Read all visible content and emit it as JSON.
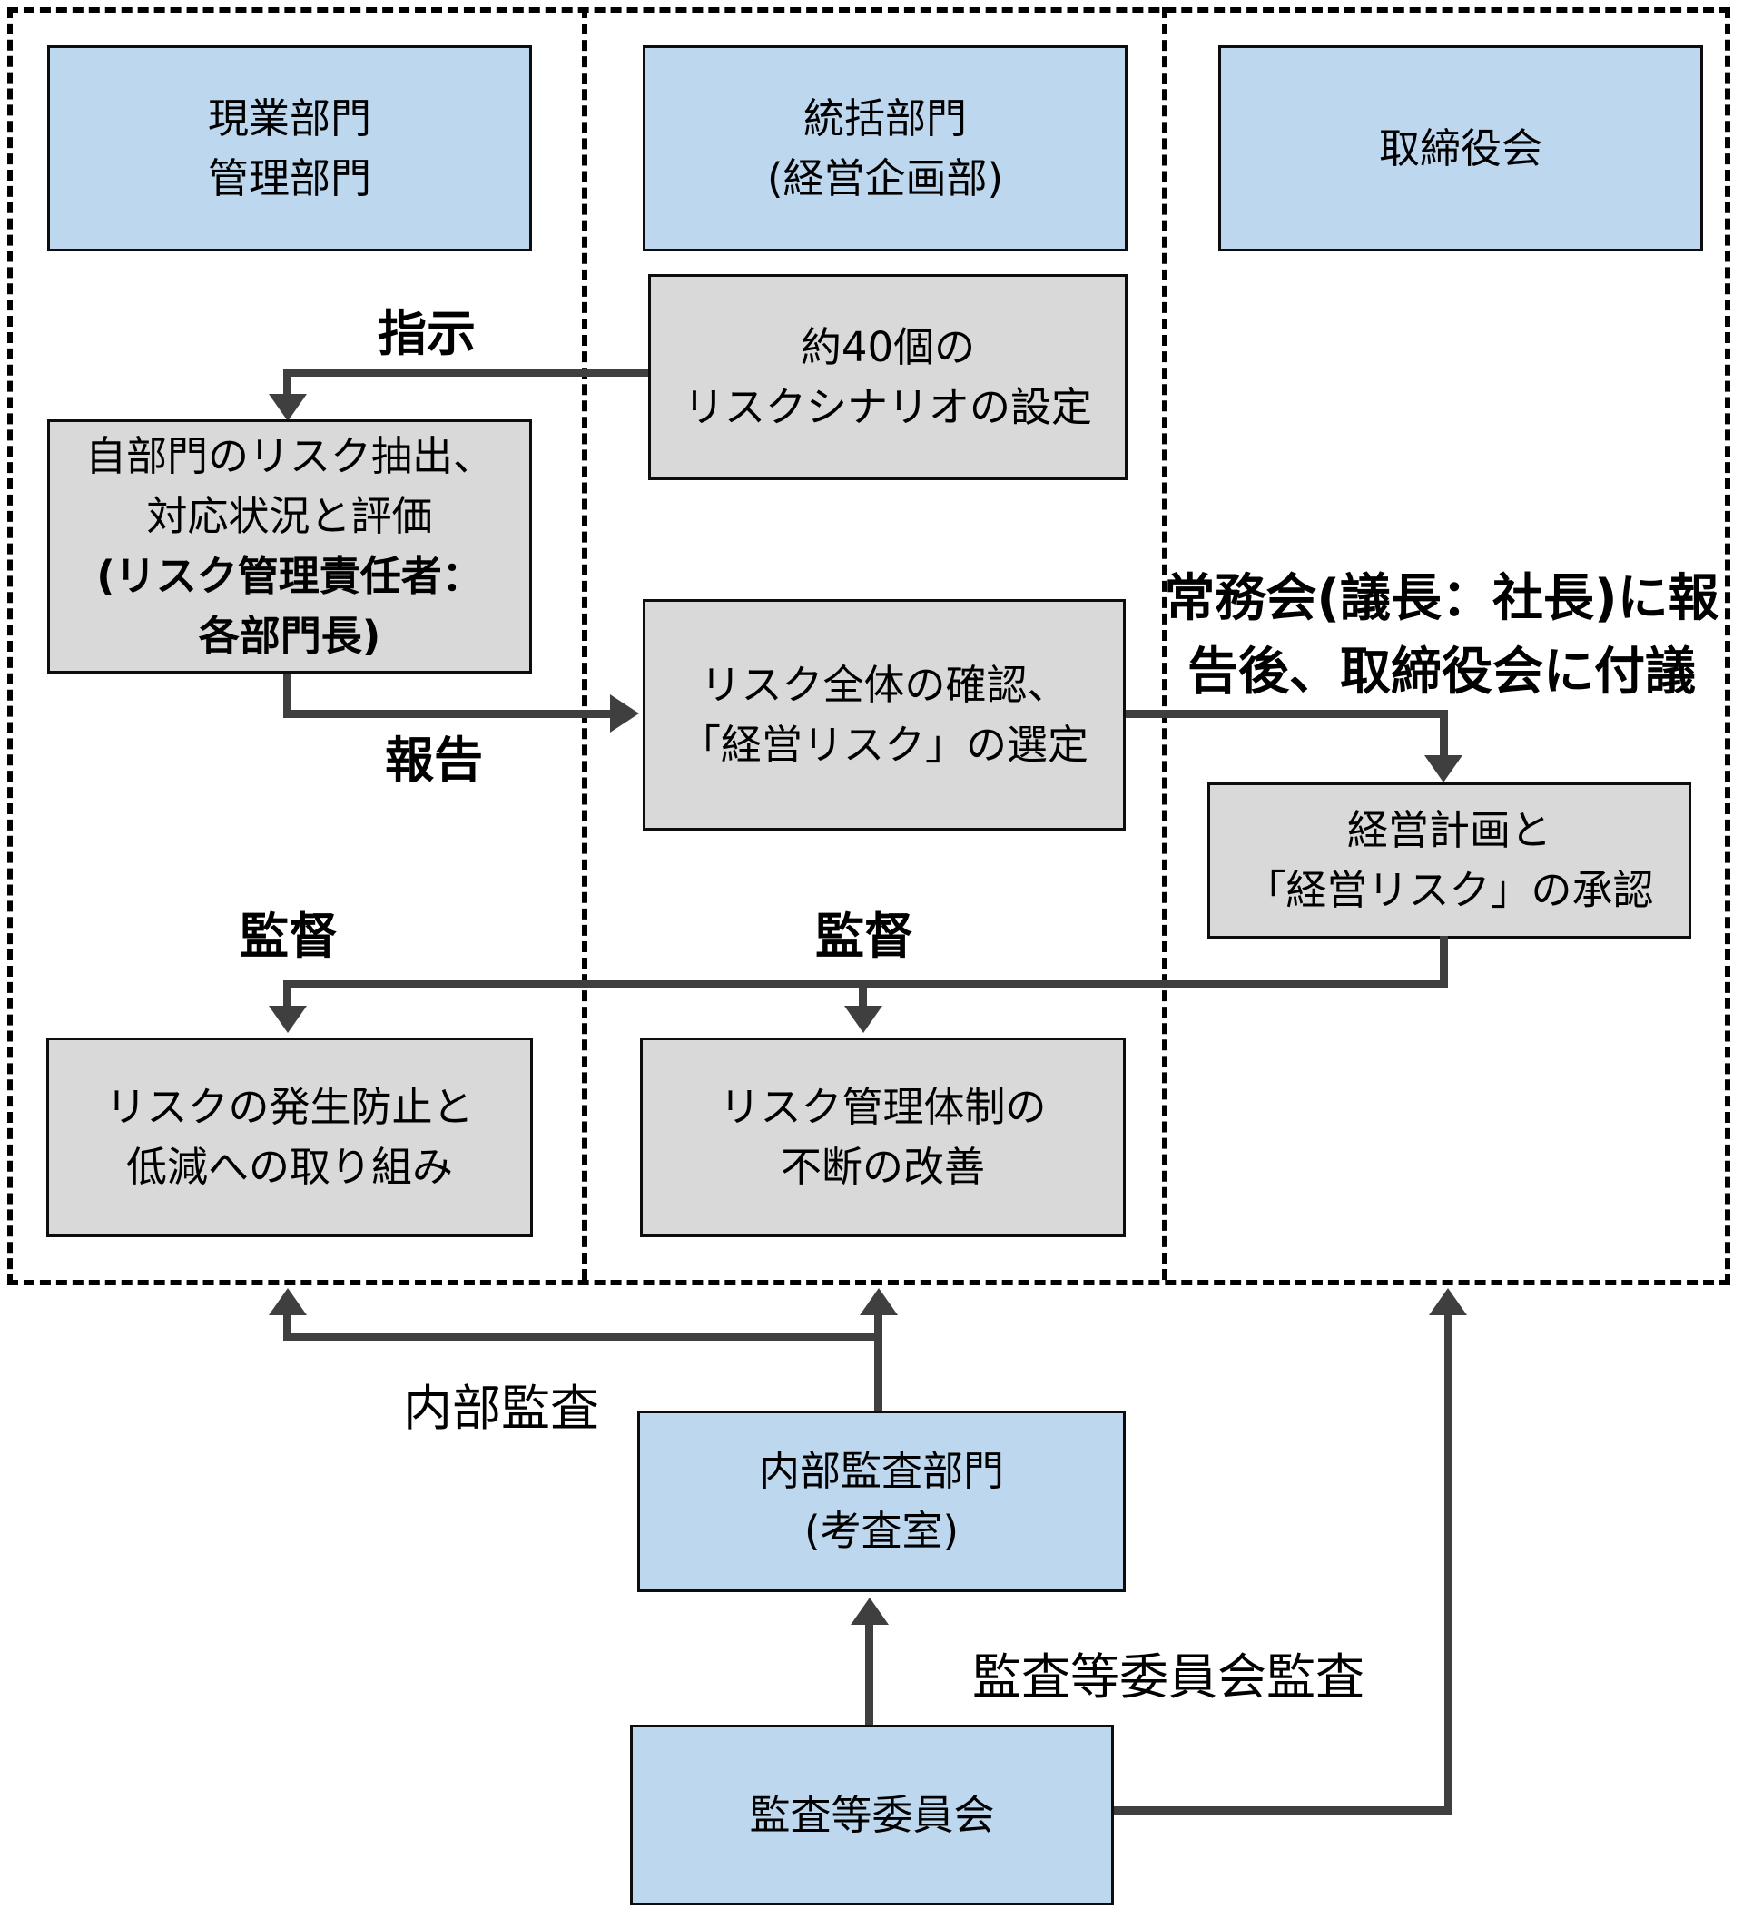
{
  "colors": {
    "box_blue": "#bdd7ee",
    "box_gray": "#d9d9d9",
    "arrow_gray": "#3f3f3f",
    "border_black": "#000000"
  },
  "boxes": {
    "gemba": {
      "lines": [
        "現業部門",
        "管理部門"
      ]
    },
    "tokatsu": {
      "lines": [
        "統括部門",
        "(経営企画部)"
      ]
    },
    "torishimariyakukai": {
      "label": "取締役会"
    },
    "scenario": {
      "lines": [
        "約40個の",
        "リスクシナリオの設定"
      ]
    },
    "jibumon": {
      "lines": [
        "自部門のリスク抽出、",
        "対応状況と評価",
        "(リスク管理責任者：",
        "各部門長)"
      ]
    },
    "risk_zentai": {
      "lines": [
        "リスク全体の確認、",
        "「経営リスク」の選定"
      ]
    },
    "keiei_keikaku": {
      "lines": [
        "経営計画と",
        "「経営リスク」の承認"
      ]
    },
    "hassei_boshi": {
      "lines": [
        "リスクの発生防止と",
        "低減への取り組み"
      ]
    },
    "kanri_taisei": {
      "lines": [
        "リスク管理体制の",
        "不断の改善"
      ]
    },
    "naibu_kansa_bumon": {
      "lines": [
        "内部監査部門",
        "(考査室)"
      ]
    },
    "kansato_iinkai": {
      "label": "監査等委員会"
    }
  },
  "edge_labels": {
    "shiji": "指示",
    "hokoku": "報告",
    "kantoku_left": "監督",
    "kantoku_middle": "監督",
    "jomukai": {
      "lines": [
        "常務会(議長：社長)に報",
        "告後、取締役会に付議"
      ]
    },
    "naibu_kansa": "内部監査",
    "kansato_iinkai_kansa": "監査等委員会監査"
  }
}
